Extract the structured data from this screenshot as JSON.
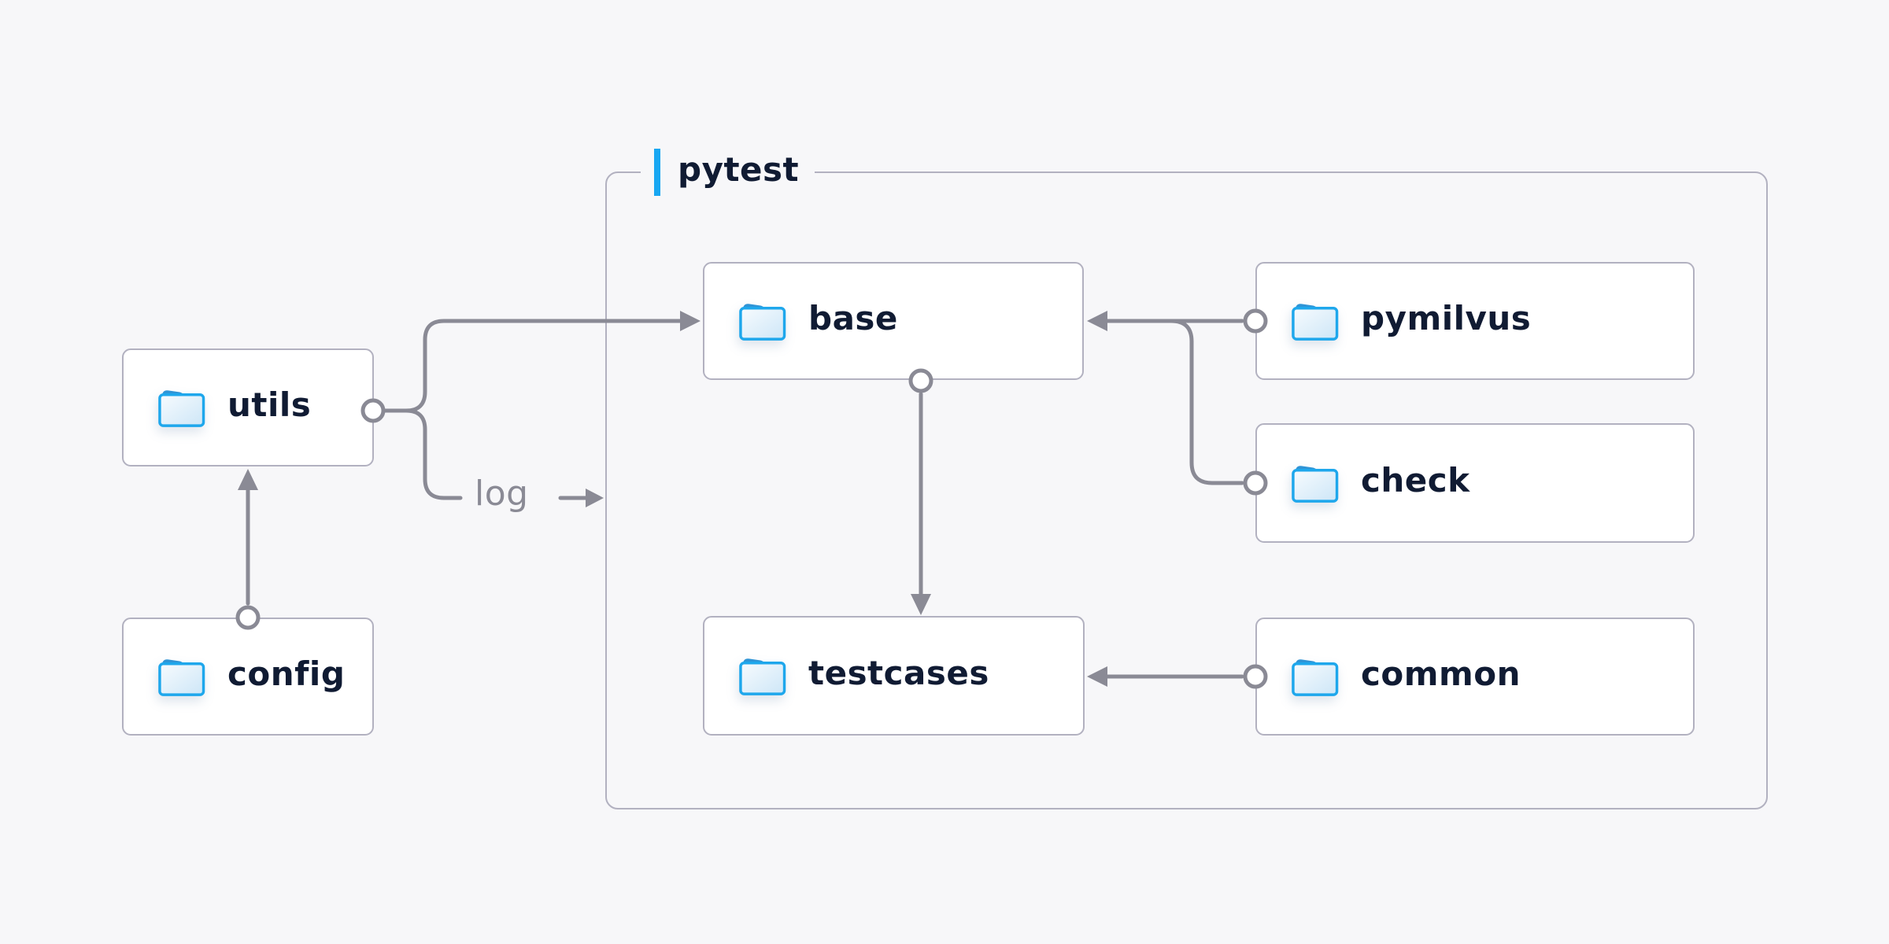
{
  "page": {
    "background": "#f7f7f9"
  },
  "colors": {
    "accent_blue": "#18a7f2",
    "folder_outline_blue": "#1ea7ec",
    "folder_tab_blue": "#2f94d6",
    "folder_fill_light": "#eaf5fc",
    "connector_gray": "#8a8a95",
    "box_border_gray": "#b2b1c0",
    "text_navy": "#101b33",
    "node_background": "#ffffff"
  },
  "diagram": {
    "container": {
      "label": "pytest"
    },
    "nodes": [
      {
        "id": "utils",
        "label": "utils",
        "icon": "folder-icon"
      },
      {
        "id": "config",
        "label": "config",
        "icon": "folder-icon"
      },
      {
        "id": "base",
        "label": "base",
        "icon": "folder-icon"
      },
      {
        "id": "testcases",
        "label": "testcases",
        "icon": "folder-icon"
      },
      {
        "id": "pymilvus",
        "label": "pymilvus",
        "icon": "folder-icon"
      },
      {
        "id": "check",
        "label": "check",
        "icon": "folder-icon"
      },
      {
        "id": "common",
        "label": "common",
        "icon": "folder-icon"
      }
    ],
    "edge_label": "log",
    "edges": [
      {
        "from": "config",
        "to": "utils"
      },
      {
        "from": "utils",
        "to": "base"
      },
      {
        "from": "utils",
        "to": "pytest-container",
        "label": "log"
      },
      {
        "from": "base",
        "to": "testcases"
      },
      {
        "from": "pymilvus",
        "to": "base"
      },
      {
        "from": "check",
        "to": "base"
      },
      {
        "from": "common",
        "to": "testcases"
      }
    ]
  }
}
